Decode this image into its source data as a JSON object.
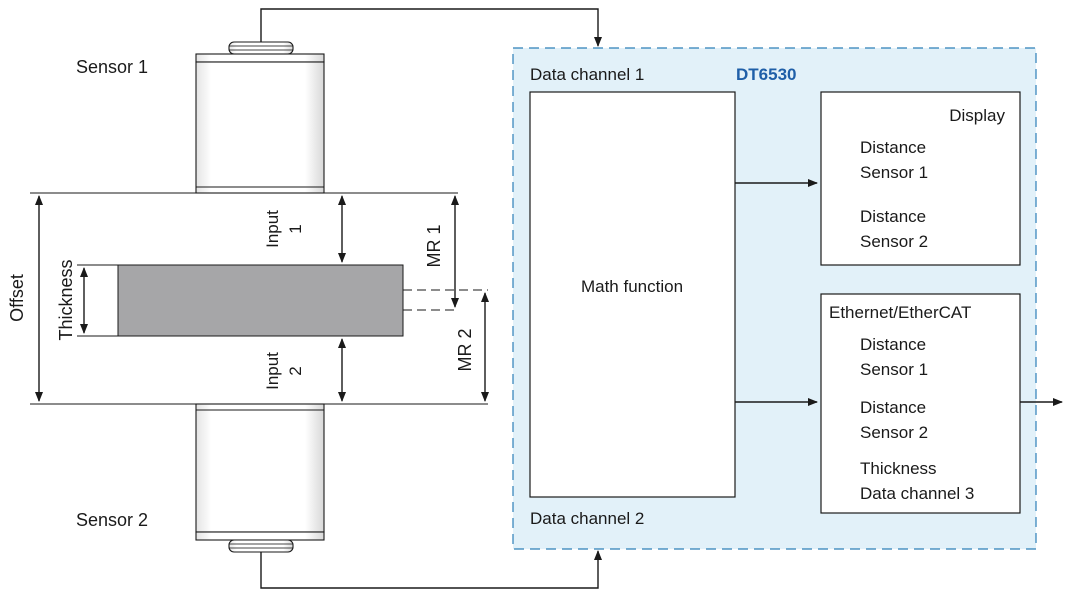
{
  "sensors": {
    "sensor1_label": "Sensor 1",
    "sensor2_label": "Sensor 2"
  },
  "measurement": {
    "offset_label": "Offset",
    "thickness_label": "Thickness",
    "input1_line1": "Input",
    "input1_line2": "1",
    "input2_line1": "Input",
    "input2_line2": "2",
    "mr1_label": "MR 1",
    "mr2_label": "MR 2"
  },
  "controller": {
    "name": "DT6530",
    "data_channel_1": "Data channel 1",
    "data_channel_2": "Data channel 2",
    "math_function": "Math function",
    "panel_color": "#e2f1f9",
    "brand_color": "#1f5fa8",
    "display": {
      "title": "Display",
      "item1_line1": "Distance",
      "item1_line2": "Sensor 1",
      "item2_line1": "Distance",
      "item2_line2": "Sensor 2"
    },
    "ethernet": {
      "title": "Ethernet/EtherCAT",
      "item1_line1": "Distance",
      "item1_line2": "Sensor 1",
      "item2_line1": "Distance",
      "item2_line2": "Sensor 2",
      "item3_line1": "Thickness",
      "item3_line2": "Data channel 3"
    }
  },
  "colors": {
    "target": "#a6a6a8",
    "sensor_face": "#ffffff"
  }
}
